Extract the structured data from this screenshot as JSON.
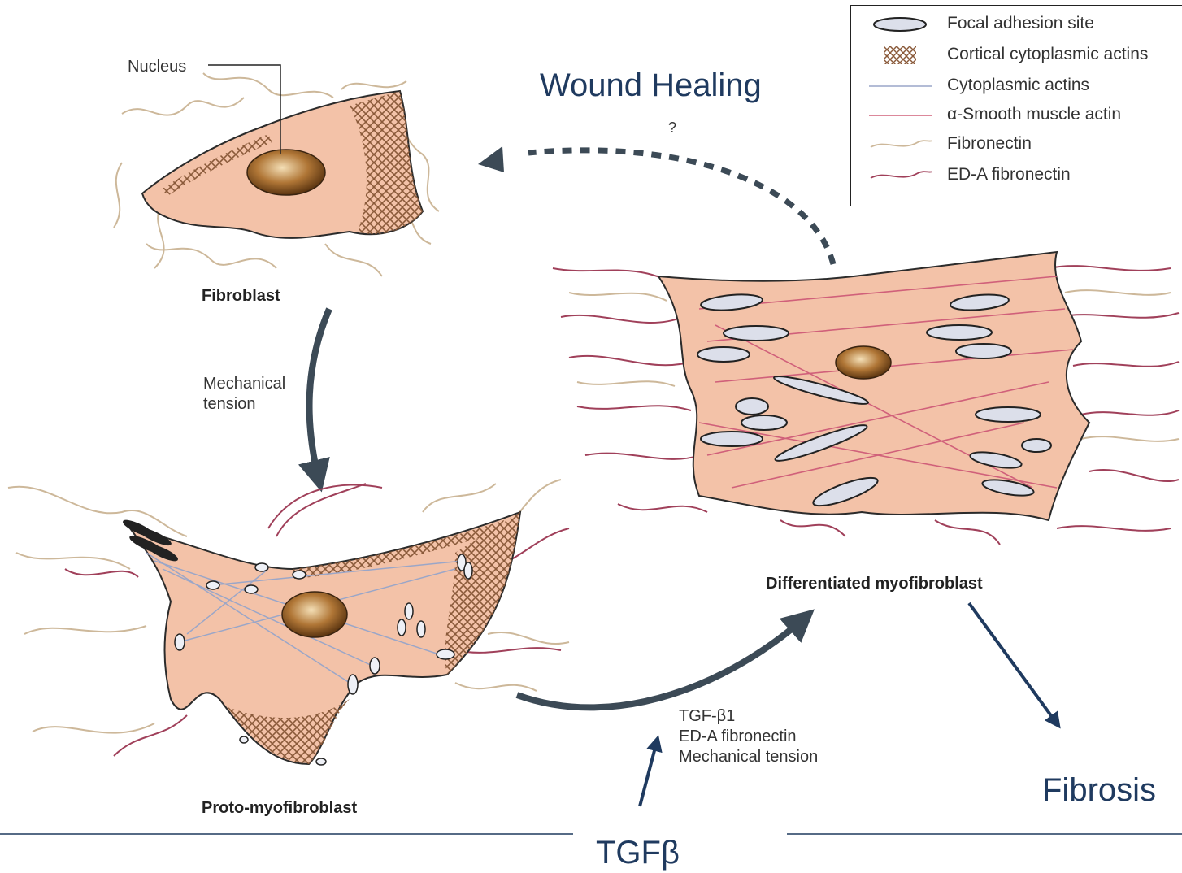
{
  "labels": {
    "nucleus": "Nucleus",
    "fibroblast": "Fibroblast",
    "mechanical_tension": [
      "Mechanical",
      "tension"
    ],
    "proto_myofibroblast": "Proto-myofibroblast",
    "differentiated_myofibroblast": "Differentiated myofibroblast",
    "question_mark": "?",
    "factors": [
      "TGF-β1",
      "ED-A fibronectin",
      "Mechanical tension"
    ]
  },
  "overlay": {
    "wound_healing": "Wound Healing",
    "fibrosis": "Fibrosis",
    "tgfb": "TGFβ"
  },
  "legend": {
    "items": [
      {
        "symbol": "focal-adhesion-icon",
        "label": "Focal adhesion site"
      },
      {
        "symbol": "cortical-actin-icon",
        "label": "Cortical cytoplasmic actins"
      },
      {
        "symbol": "cytoplasmic-actin-icon",
        "label": "Cytoplasmic actins"
      },
      {
        "symbol": "smooth-muscle-actin-icon",
        "label": "α-Smooth muscle actin"
      },
      {
        "symbol": "fibronectin-icon",
        "label": "Fibronectin"
      },
      {
        "symbol": "eda-fibronectin-icon",
        "label": "ED-A fibronectin"
      }
    ]
  },
  "colors": {
    "cell_fill": "#f3c2a8",
    "cell_stroke": "#2b2b2b",
    "nucleus": "#a86a2c",
    "cortical_actin": "#8a5a3a",
    "fibronectin": "#cdb89a",
    "eda_fibronectin": "#a0405a",
    "smooth_muscle_actin": "#d0607a",
    "cytoplasmic_actin": "#9aa6c8",
    "arrow": "#3c4a56",
    "accent": "#1f3a5f"
  }
}
